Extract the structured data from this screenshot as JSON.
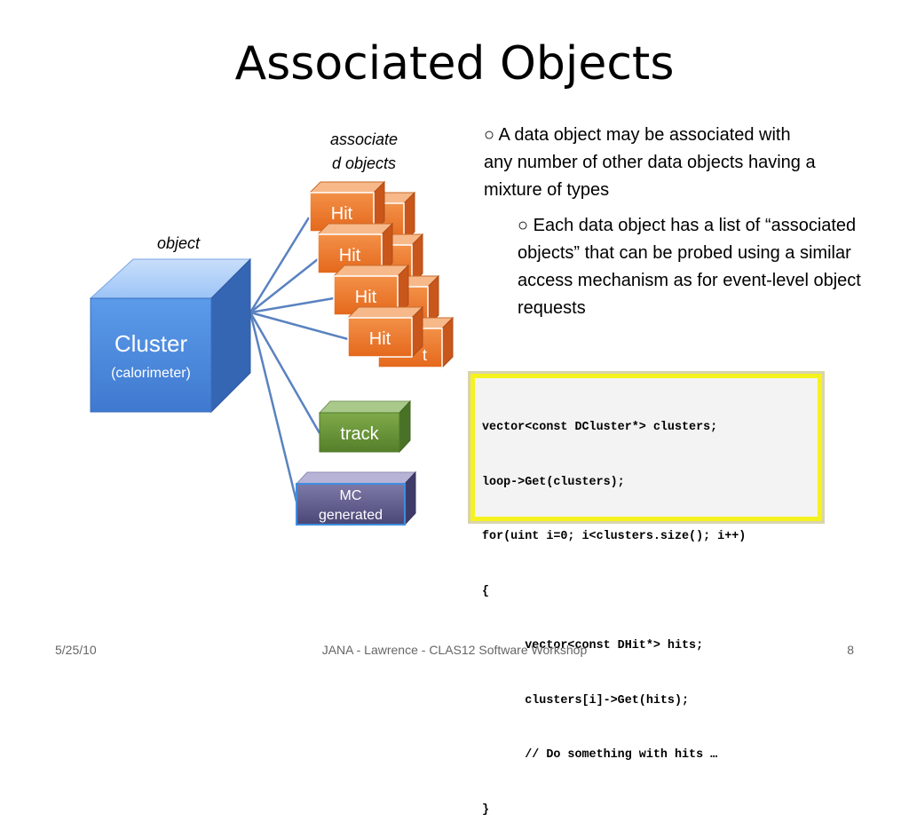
{
  "slide": {
    "title": "Associated Objects",
    "object_label": "object",
    "associated_label_line1": "associate",
    "associated_label_line2": "d objects",
    "cluster": {
      "title": "Cluster",
      "subtitle": "(calorimeter)"
    },
    "hits": [
      "Hit",
      "Hit",
      "Hit",
      "Hit"
    ],
    "back_hit_fragment": "t",
    "track": "track",
    "mc_line1": "MC",
    "mc_line2": "generated",
    "bullet1": "○ A data object may be associated with any number of other data objects having a mixture of types",
    "bullet2": "○ Each data object has a list of “associated objects” that can be probed using a similar access mechanism as for event-level object requests",
    "code_lines": [
      "vector<const DCluster*> clusters;",
      "loop->Get(clusters);",
      "for(uint i=0; i<clusters.size(); i++)",
      "{",
      "      vector<const DHit*> hits;",
      "      clusters[i]->Get(hits);",
      "      // Do something with hits …",
      "}"
    ]
  },
  "footer": {
    "date": "5/25/10",
    "center": "JANA  - Lawrence  - CLAS12 Software Workshop",
    "page": "8"
  },
  "colors": {
    "cluster": "#4f8fe0",
    "hit": "#f07a2a",
    "track": "#6d9a3a",
    "mc": "#5d5a8c",
    "line": "#5a82c0"
  }
}
